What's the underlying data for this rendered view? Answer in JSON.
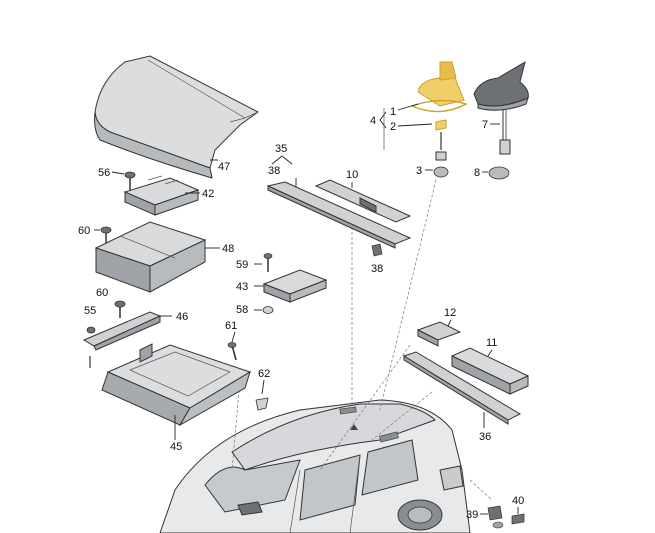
{
  "diagram": {
    "title": "",
    "colors": {
      "part_fill": "#d9dadc",
      "part_shade": "#9fa2a6",
      "part_dark": "#6d7074",
      "highlight_fill": "#f0cf6a",
      "highlight_stroke": "#c9a227",
      "line": "#333333"
    },
    "callouts": {
      "c1": "1",
      "c2": "2",
      "c3": "3",
      "c4": "4",
      "c7": "7",
      "c8": "8",
      "c10": "10",
      "c11": "11",
      "c12": "12",
      "c35": "35",
      "c36": "36",
      "c38a": "38",
      "c38b": "38",
      "c39": "39",
      "c40": "40",
      "c42": "42",
      "c43": "43",
      "c45": "45",
      "c46": "46",
      "c47": "47",
      "c48": "48",
      "c55": "55",
      "c56": "56",
      "c58": "58",
      "c59": "59",
      "c60a": "60",
      "c60b": "60",
      "c61": "61",
      "c62": "62"
    },
    "icons": {
      "car": "sedan-car-icon",
      "antenna": "roof-antenna-icon",
      "screw": "screw-icon"
    }
  }
}
